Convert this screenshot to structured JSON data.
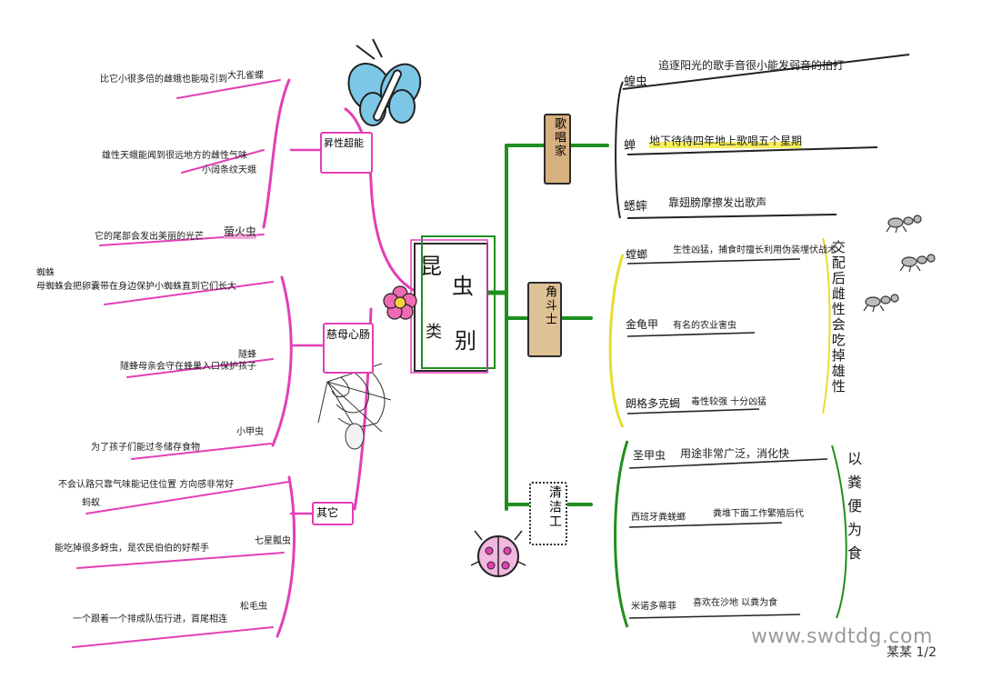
{
  "center": {
    "title_chars": [
      "昆",
      "虫",
      "类",
      "别"
    ]
  },
  "right": {
    "branch1": {
      "label": "歌唱家",
      "items": [
        {
          "name": "蝗虫",
          "text": "追逐阳光的歌手音很小能发弱音的拍打"
        },
        {
          "name": "蝉",
          "text": "地下待待四年地上歌唱五个星期"
        },
        {
          "name": "蟋蟀",
          "text": "靠翅膀摩擦发出歌声"
        }
      ]
    },
    "branch2": {
      "label": "角斗士",
      "items": [
        {
          "name": "螳螂",
          "text": "生性凶猛，捕食时擅长利用伪装埋伏战术"
        },
        {
          "name": "金龟甲",
          "text": "有名的农业害虫"
        },
        {
          "name": "朗格多克蝎",
          "text": "毒性较强 十分凶猛"
        }
      ],
      "side_note": "交配后雌性会吃掉雄性"
    },
    "branch3": {
      "label": "清洁工",
      "items": [
        {
          "name": "圣甲虫",
          "text": "用途非常广泛，消化快"
        },
        {
          "name": "西班牙粪蜣螂",
          "text": "粪堆下面工作繁殖后代"
        },
        {
          "name": "米诺多蒂菲",
          "text": "喜欢在沙地 以粪为食"
        }
      ],
      "side_note": "以粪便为食"
    }
  },
  "left": {
    "branch1": {
      "label": "昇性超能",
      "items": [
        {
          "name": "大孔雀蝶",
          "text": "比它小很多倍的雌蛾也能吸引到"
        },
        {
          "name": "小阔条纹天蛾",
          "text": "雄性天蛾能闻到很远地方的雌性气味"
        },
        {
          "name": "萤火虫",
          "text": "它的尾部会发出美丽的光芒"
        }
      ]
    },
    "branch2": {
      "label": "慈母心肠",
      "items": [
        {
          "name": "蜘蛛",
          "text": "母蜘蛛会把卵囊带在身边保护小蜘蛛直到它们长大"
        },
        {
          "name": "隧蜂",
          "text": "隧蜂母亲会守在蜂巢入口保护孩子"
        },
        {
          "name": "小甲虫",
          "text": "为了孩子们能过冬储存食物"
        }
      ]
    },
    "branch3": {
      "label": "其它",
      "items": [
        {
          "name": "蚂蚁",
          "text": "不会认路只靠气味能记住位置 方向感非常好"
        },
        {
          "name": "七星瓢虫",
          "text": "能吃掉很多蚜虫，是农民伯伯的好帮手"
        },
        {
          "name": "松毛虫",
          "text": "一个跟着一个排成队伍行进，首尾相连"
        }
      ]
    }
  },
  "footer": {
    "watermark": "www.swdtdg.com",
    "signature": "某某 1/2"
  },
  "colors": {
    "green": "#1f8f1f",
    "pink": "#e23fb6",
    "yellow": "#e8dd2c",
    "orange_tape": "#c9a06a"
  }
}
